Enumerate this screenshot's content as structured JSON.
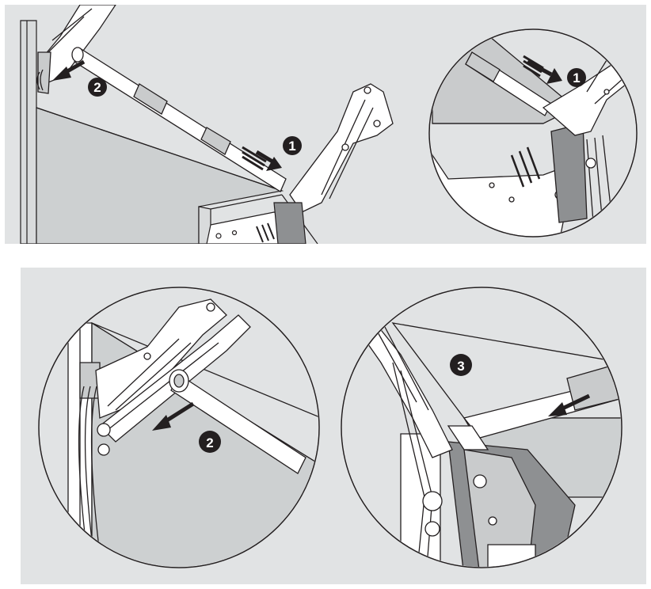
{
  "colors": {
    "panel_bg": "#e1e3e4",
    "outline": "#231f20",
    "part_light": "#ffffff",
    "part_mid": "#c9cbcc",
    "cabinet_side": "#d9dbdc",
    "badge_fill": "#231f20"
  },
  "steps": {
    "step1_top": "1",
    "step2_top": "2",
    "step1_detail": "1",
    "step2_detail": "2",
    "step3_detail": "3"
  },
  "icons": [
    "arrow-icon",
    "step-number-badge"
  ]
}
